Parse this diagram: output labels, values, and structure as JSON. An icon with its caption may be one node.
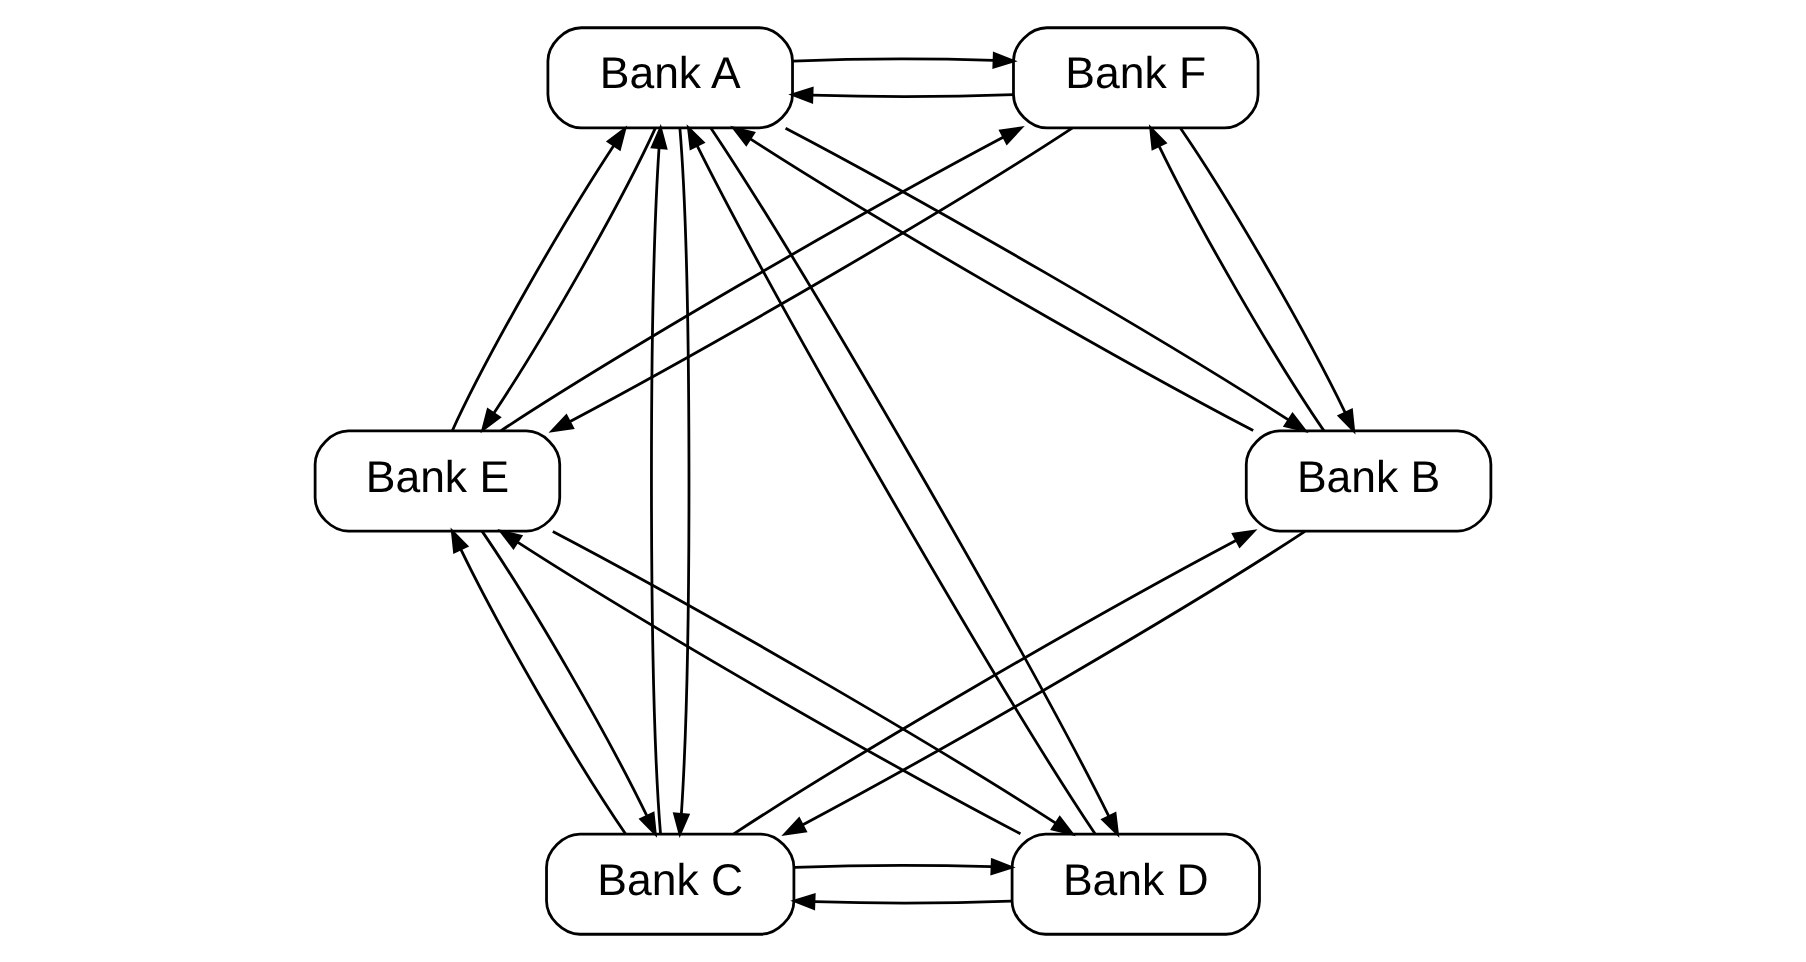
{
  "diagram": {
    "nodes": [
      {
        "text": [
          "Bank A"
        ]
      },
      {
        "text": [
          "Bank F"
        ]
      },
      {
        "text": [
          "Bank B"
        ]
      },
      {
        "text": [
          "Bank E"
        ]
      },
      {
        "text": [
          "Bank C"
        ]
      },
      {
        "text": [
          "Bank D"
        ]
      }
    ],
    "edges": [
      {
        "from": 0,
        "to": 1,
        "arrow": "to"
      },
      {
        "from": 1,
        "to": 0,
        "arrow": "to"
      },
      {
        "from": 0,
        "to": 2,
        "arrow": "to"
      },
      {
        "from": 2,
        "to": 0,
        "arrow": "to"
      },
      {
        "from": 1,
        "to": 2,
        "arrow": "to"
      },
      {
        "from": 2,
        "to": 1,
        "arrow": "to"
      },
      {
        "from": 0,
        "to": 3,
        "arrow": "to"
      },
      {
        "from": 3,
        "to": 0,
        "arrow": "to"
      },
      {
        "from": 0,
        "to": 5,
        "arrow": "to"
      },
      {
        "from": 5,
        "to": 0,
        "arrow": "to"
      },
      {
        "from": 0,
        "to": 4,
        "arrow": "to"
      },
      {
        "from": 4,
        "to": 0,
        "arrow": "to"
      },
      {
        "from": 2,
        "to": 4,
        "arrow": "to"
      },
      {
        "from": 4,
        "to": 2,
        "arrow": "to"
      },
      {
        "from": 1,
        "to": 3,
        "arrow": "to"
      },
      {
        "from": 3,
        "to": 1,
        "arrow": "to"
      },
      {
        "from": 3,
        "to": 4,
        "arrow": "to"
      },
      {
        "from": 4,
        "to": 3,
        "arrow": "to"
      },
      {
        "from": 3,
        "to": 5,
        "arrow": "to"
      },
      {
        "from": 5,
        "to": 3,
        "arrow": "to"
      },
      {
        "from": 4,
        "to": 5,
        "arrow": "to"
      },
      {
        "from": 5,
        "to": 4,
        "arrow": "to"
      }
    ]
  }
}
